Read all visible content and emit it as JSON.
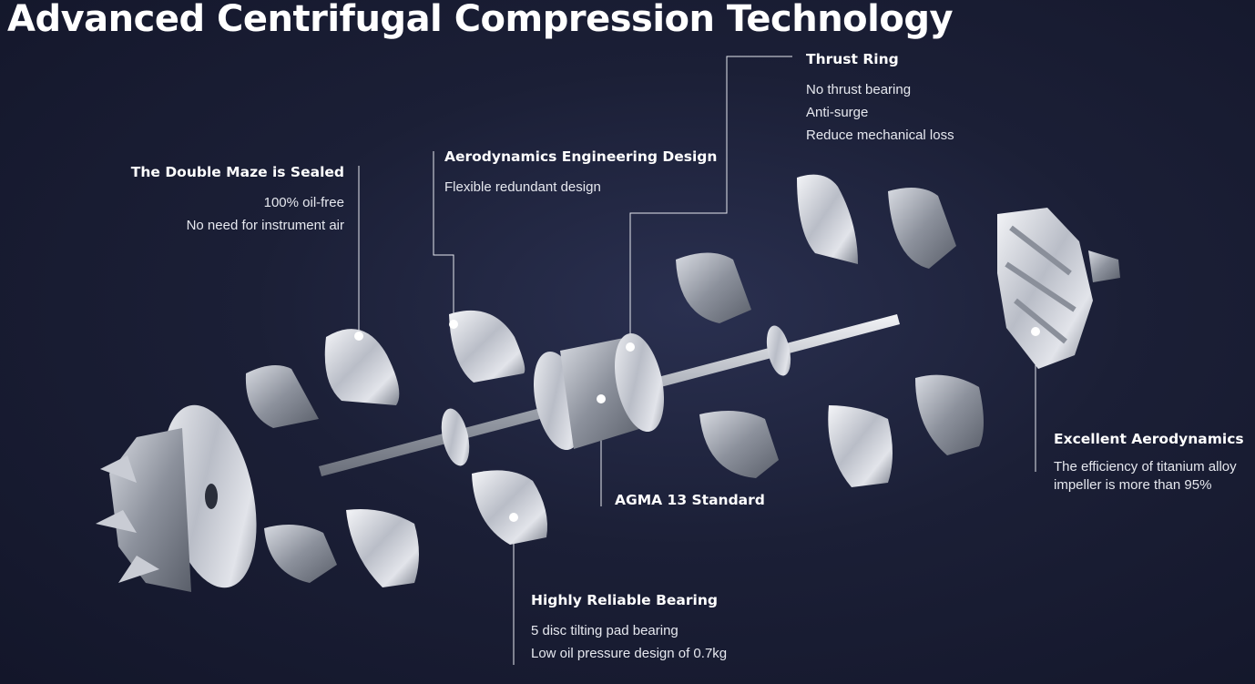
{
  "title": "Advanced Centrifugal Compression Technology",
  "callouts": {
    "thrust_ring": {
      "heading": "Thrust Ring",
      "lines": [
        "No thrust bearing",
        "Anti-surge",
        "Reduce mechanical loss"
      ]
    },
    "aero_design": {
      "heading": "Aerodynamics Engineering Design",
      "lines": [
        "Flexible redundant design"
      ]
    },
    "double_maze": {
      "heading": "The Double Maze is Sealed",
      "lines": [
        "100% oil-free",
        "No need for instrument air"
      ]
    },
    "excellent_aero": {
      "heading": "Excellent Aerodynamics",
      "lines": [
        "The efficiency of titanium alloy",
        "impeller is more than 95%"
      ]
    },
    "agma": {
      "heading": "AGMA 13 Standard"
    },
    "bearing": {
      "heading": "Highly Reliable Bearing",
      "lines": [
        "5 disc tilting pad bearing",
        "Low oil pressure design of 0.7kg"
      ]
    }
  }
}
